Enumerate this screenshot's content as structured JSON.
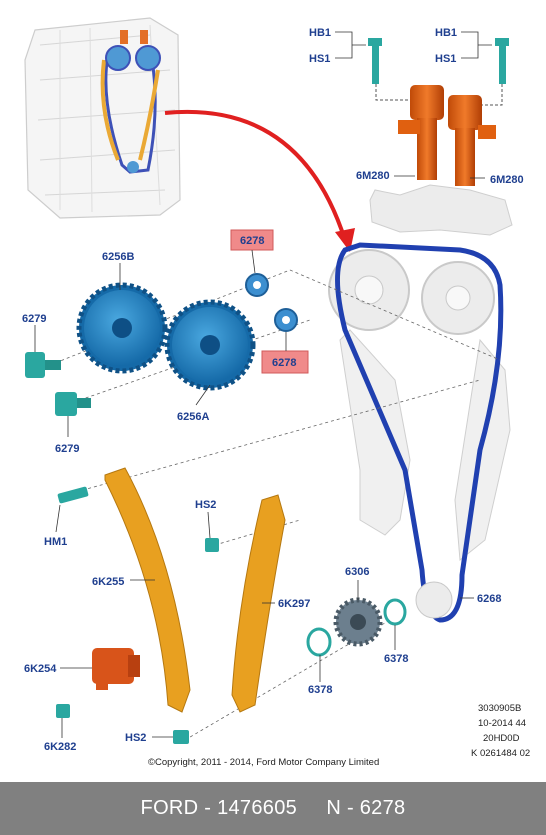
{
  "labels": {
    "hb1_left": "HB1",
    "hs1_left": "HS1",
    "hb1_right": "HB1",
    "hs1_right": "HS1",
    "m280_left": "6M280",
    "m280_right": "6M280",
    "p6278_top": "6278",
    "p6278_bottom": "6278",
    "p6256b": "6256B",
    "p6256a": "6256A",
    "p6279_top": "6279",
    "p6279_bottom": "6279",
    "hm1": "HM1",
    "hs2_top": "HS2",
    "hs2_bottom": "HS2",
    "k255": "6K255",
    "k297": "6K297",
    "k254": "6K254",
    "k282": "6K282",
    "p6306": "6306",
    "p6268": "6268",
    "p6378_right": "6378",
    "p6378_left": "6378"
  },
  "reference": {
    "line1": "3030905B",
    "line2": "10-2014 44",
    "line3": "20HD0D",
    "line4": "K 0261484 02"
  },
  "copyright": "©Copyright, 2011 - 2014, Ford Motor Company Limited",
  "footer": {
    "brand_part": "FORD - 1476605",
    "number_part": "N - 6278"
  },
  "colors": {
    "label_blue": "#1f3f8f",
    "sprocket_blue": "#1e7fc0",
    "guide_orange": "#e8a020",
    "solenoid_orange": "#e06010",
    "chain_blue": "#2040b0",
    "highlight_box": "#f08a8a",
    "arrow_red": "#e02020",
    "footer_bg": "#808080"
  }
}
